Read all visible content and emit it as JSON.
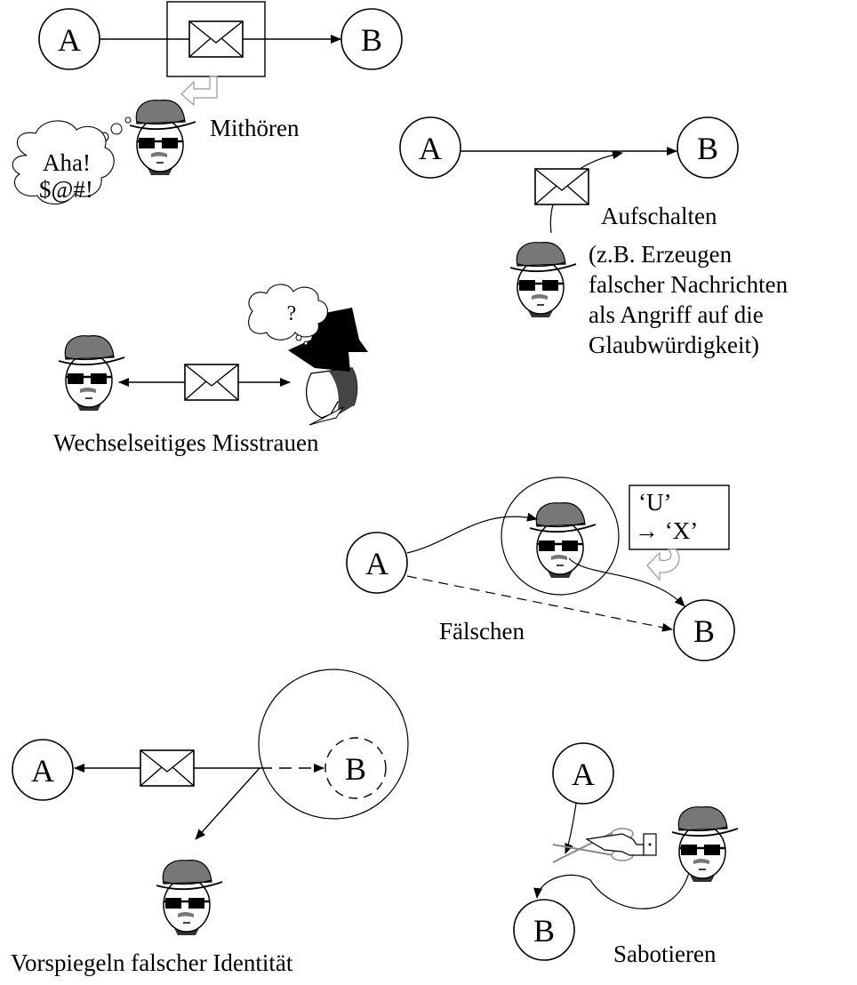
{
  "nodes": {
    "a": "A",
    "b": "B"
  },
  "scenarios": {
    "eavesdrop": {
      "label": "Mithören",
      "speech": [
        "Aha!",
        "$@#!"
      ]
    },
    "injection": {
      "label": "Aufschalten",
      "note": [
        "(z.B. Erzeugen",
        "falscher Nachrichten",
        "als Angriff auf die",
        "Glaubwürdigkeit)"
      ]
    },
    "distrust": {
      "label": "Wechselseitiges Misstrauen",
      "thought": "?"
    },
    "forgery": {
      "label": "Fälschen",
      "change_from": "‘U’",
      "change_to": "→ ‘X’"
    },
    "spoofing": {
      "label": "Vorspiegeln falscher Identität"
    },
    "sabotage": {
      "label": "Sabotieren"
    }
  },
  "icons": [
    "envelope-icon",
    "spy-face-icon",
    "hat-man-icon",
    "scissors-icon",
    "pointing-hand-icon",
    "thought-cloud-icon"
  ]
}
